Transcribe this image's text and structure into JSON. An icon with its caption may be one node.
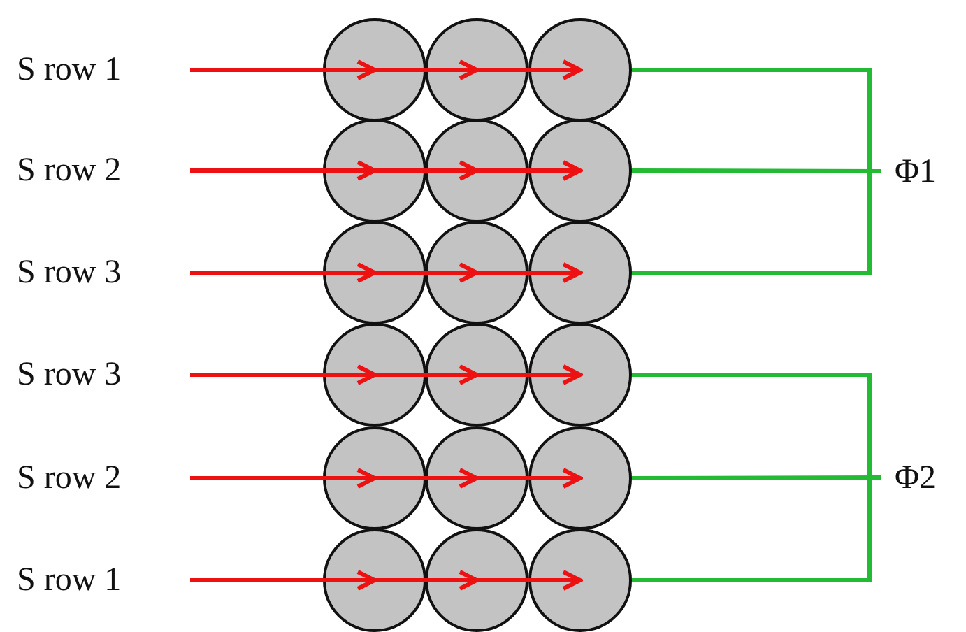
{
  "diagram": {
    "nodes": [
      {
        "text": [
          "S row 1"
        ]
      },
      {
        "text": [
          "S row 2"
        ]
      },
      {
        "text": [
          "S row 3"
        ]
      },
      {
        "text": [
          "S row 3"
        ]
      },
      {
        "text": [
          "S row 2"
        ]
      },
      {
        "text": [
          "S row 1"
        ]
      },
      {
        "text": [],
        "shape": "circle"
      },
      {
        "text": [],
        "shape": "circle"
      },
      {
        "text": [],
        "shape": "circle"
      },
      {
        "text": [],
        "shape": "circle"
      },
      {
        "text": [],
        "shape": "circle"
      },
      {
        "text": [],
        "shape": "circle"
      },
      {
        "text": [],
        "shape": "circle"
      },
      {
        "text": [],
        "shape": "circle"
      },
      {
        "text": [],
        "shape": "circle"
      },
      {
        "text": [],
        "shape": "circle"
      },
      {
        "text": [],
        "shape": "circle"
      },
      {
        "text": [],
        "shape": "circle"
      },
      {
        "text": [],
        "shape": "circle"
      },
      {
        "text": [],
        "shape": "circle"
      },
      {
        "text": [],
        "shape": "circle"
      },
      {
        "text": [],
        "shape": "circle"
      },
      {
        "text": [],
        "shape": "circle"
      },
      {
        "text": [],
        "shape": "circle"
      },
      {
        "text": [
          "Φ1"
        ]
      },
      {
        "text": [
          "Φ2"
        ]
      }
    ],
    "edges": [
      {
        "from": 0,
        "to": 6,
        "arrow": "to"
      },
      {
        "from": 6,
        "to": 7,
        "arrow": "to"
      },
      {
        "from": 7,
        "to": 8,
        "arrow": "to"
      },
      {
        "from": 1,
        "to": 9,
        "arrow": "to"
      },
      {
        "from": 9,
        "to": 10,
        "arrow": "to"
      },
      {
        "from": 10,
        "to": 11,
        "arrow": "to"
      },
      {
        "from": 2,
        "to": 12,
        "arrow": "to"
      },
      {
        "from": 12,
        "to": 13,
        "arrow": "to"
      },
      {
        "from": 13,
        "to": 14,
        "arrow": "to"
      },
      {
        "from": 3,
        "to": 15,
        "arrow": "to"
      },
      {
        "from": 15,
        "to": 16,
        "arrow": "to"
      },
      {
        "from": 16,
        "to": 17,
        "arrow": "to"
      },
      {
        "from": 4,
        "to": 18,
        "arrow": "to"
      },
      {
        "from": 18,
        "to": 19,
        "arrow": "to"
      },
      {
        "from": 19,
        "to": 20,
        "arrow": "to"
      },
      {
        "from": 5,
        "to": 21,
        "arrow": "to"
      },
      {
        "from": 21,
        "to": 22,
        "arrow": "to"
      },
      {
        "from": 22,
        "to": 23,
        "arrow": "to"
      },
      {
        "from": 8,
        "to": 24,
        "arrow": "none",
        "color": "#22bb33"
      },
      {
        "from": 11,
        "to": 24,
        "arrow": "none",
        "color": "#22bb33"
      },
      {
        "from": 14,
        "to": 24,
        "arrow": "none",
        "color": "#22bb33"
      },
      {
        "from": 17,
        "to": 25,
        "arrow": "none",
        "color": "#22bb33"
      },
      {
        "from": 20,
        "to": 25,
        "arrow": "none",
        "color": "#22bb33"
      },
      {
        "from": 23,
        "to": 25,
        "arrow": "none",
        "color": "#22bb33"
      }
    ]
  }
}
